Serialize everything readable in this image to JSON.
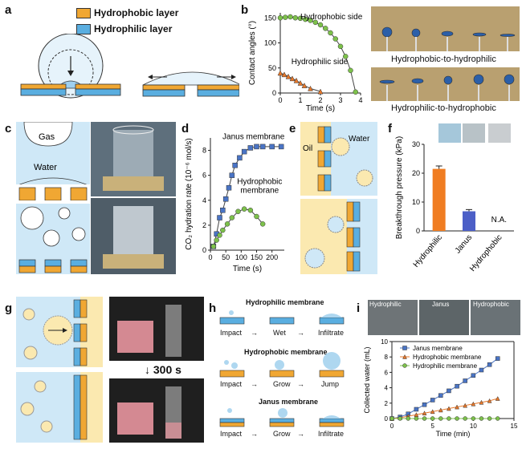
{
  "panels": {
    "a": {
      "letter": "a",
      "legend": [
        "Hydrophobic layer",
        "Hydrophilic layer"
      ],
      "colors": {
        "hydrophobic": "#f0a733",
        "hydrophilic": "#5aaee0",
        "water": "#cfe8f7"
      }
    },
    "b": {
      "letter": "b",
      "captions": [
        "Hydrophobic-to-hydrophilic",
        "Hydrophilic-to-hydrophobic"
      ]
    },
    "c": {
      "letter": "c",
      "labels": [
        "Gas",
        "Water"
      ]
    },
    "d": {
      "letter": "d"
    },
    "e": {
      "letter": "e",
      "labels": [
        "Oil",
        "Water"
      ]
    },
    "f": {
      "letter": "f"
    },
    "g": {
      "letter": "g",
      "time_label": "300 s"
    },
    "h": {
      "letter": "h",
      "rows": [
        {
          "title": "Hydrophilic membrane",
          "steps": [
            "Impact",
            "Wet",
            "Infiltrate"
          ]
        },
        {
          "title": "Hydrophobic membrane",
          "steps": [
            "Impact",
            "Grow",
            "Jump"
          ]
        },
        {
          "title": "Janus membrane",
          "steps": [
            "Impact",
            "Grow",
            "Infiltrate"
          ]
        }
      ]
    },
    "i": {
      "letter": "i",
      "photo_labels": [
        "Hydrophilic",
        "Janus",
        "Hydrophobic"
      ]
    }
  },
  "chart_data": [
    {
      "id": "b",
      "type": "line",
      "xlabel": "Time (s)",
      "ylabel": "Contact angles (°)",
      "xlim": [
        0,
        4
      ],
      "ylim": [
        0,
        160
      ],
      "xticks": [
        "0",
        "1",
        "2",
        "3",
        "4"
      ],
      "yticks": [
        "0",
        "50",
        "100",
        "150"
      ],
      "series": [
        {
          "name": "Hydrophobic side",
          "color": "#7dc14b",
          "marker": "circle",
          "x": [
            0,
            0.25,
            0.5,
            0.75,
            1.0,
            1.25,
            1.5,
            1.75,
            2.0,
            2.25,
            2.5,
            2.75,
            3.0,
            3.25,
            3.5,
            3.75
          ],
          "y": [
            150,
            151,
            152,
            150,
            149,
            147,
            145,
            141,
            136,
            129,
            120,
            108,
            93,
            73,
            45,
            2
          ]
        },
        {
          "name": "Hydrophilic side",
          "color": "#e8782a",
          "marker": "triangle",
          "x": [
            0,
            0.2,
            0.4,
            0.6,
            0.8,
            1.0,
            1.2,
            1.5,
            2.0
          ],
          "y": [
            40,
            37,
            33,
            29,
            25,
            20,
            15,
            9,
            3
          ]
        }
      ]
    },
    {
      "id": "d",
      "type": "line",
      "xlabel": "Time (s)",
      "ylabel": "CO₂ hydration rate (10⁻⁶ mol/s)",
      "xlim": [
        0,
        240
      ],
      "ylim": [
        0,
        9
      ],
      "xticks": [
        "0",
        "50",
        "100",
        "150",
        "200"
      ],
      "yticks": [
        "0",
        "2",
        "4",
        "6",
        "8"
      ],
      "series": [
        {
          "name": "Janus membrane",
          "color": "#4a74c5",
          "marker": "square",
          "x": [
            10,
            20,
            30,
            40,
            50,
            60,
            70,
            80,
            95,
            110,
            130,
            150,
            170,
            200,
            230
          ],
          "y": [
            0.3,
            1.3,
            2.6,
            3.2,
            4.1,
            5.0,
            6.0,
            6.8,
            7.4,
            7.9,
            8.2,
            8.3,
            8.3,
            8.3,
            8.3
          ]
        },
        {
          "name": "Hydrophobic membrane",
          "color": "#7dc14b",
          "marker": "circle",
          "x": [
            10,
            20,
            30,
            40,
            55,
            70,
            90,
            110,
            130,
            150,
            170
          ],
          "y": [
            0.3,
            0.8,
            1.2,
            1.6,
            2.1,
            2.6,
            3.1,
            3.3,
            3.2,
            2.7,
            2.1
          ]
        }
      ]
    },
    {
      "id": "f",
      "type": "bar",
      "ylabel": "Breakthrough pressure (kPa)",
      "ylim": [
        0,
        30
      ],
      "yticks": [
        "0",
        "10",
        "20",
        "30"
      ],
      "categories": [
        "Hydrophilic",
        "Janus",
        "Hydrophobic"
      ],
      "values": [
        21.5,
        6.8,
        0
      ],
      "errors": [
        1.0,
        0.6,
        0
      ],
      "colors": [
        "#f07d22",
        "#4c5fc7",
        "#999999"
      ],
      "annotation": "N.A."
    },
    {
      "id": "i",
      "type": "line",
      "xlabel": "Time (min)",
      "ylabel": "Collected water (mL)",
      "xlim": [
        0,
        15
      ],
      "ylim": [
        0,
        10
      ],
      "xticks": [
        "0",
        "5",
        "10",
        "15"
      ],
      "yticks": [
        "0",
        "2",
        "4",
        "6",
        "8",
        "10"
      ],
      "series": [
        {
          "name": "Janus membrane",
          "color": "#4a74c5",
          "marker": "square",
          "x": [
            0,
            1,
            2,
            3,
            4,
            5,
            6,
            7,
            8,
            9,
            10,
            11,
            12,
            13
          ],
          "y": [
            0,
            0.2,
            0.6,
            1.2,
            1.8,
            2.4,
            3.0,
            3.6,
            4.2,
            4.9,
            5.6,
            6.3,
            7.0,
            7.8
          ]
        },
        {
          "name": "Hydrophobic membrane",
          "color": "#e8782a",
          "marker": "triangle",
          "x": [
            0,
            1,
            2,
            3,
            4,
            5,
            6,
            7,
            8,
            9,
            10,
            11,
            12,
            13
          ],
          "y": [
            0,
            0.1,
            0.3,
            0.5,
            0.7,
            0.9,
            1.1,
            1.3,
            1.5,
            1.7,
            1.9,
            2.1,
            2.3,
            2.6
          ]
        },
        {
          "name": "Hydrophilic membrane",
          "color": "#7dc14b",
          "marker": "circle",
          "x": [
            0,
            1,
            2,
            3,
            4,
            5,
            6,
            7,
            8,
            9,
            10,
            11,
            12,
            13
          ],
          "y": [
            0,
            0,
            0,
            0,
            0,
            0,
            0,
            0,
            0,
            0,
            0,
            0,
            0,
            0
          ]
        }
      ]
    }
  ]
}
